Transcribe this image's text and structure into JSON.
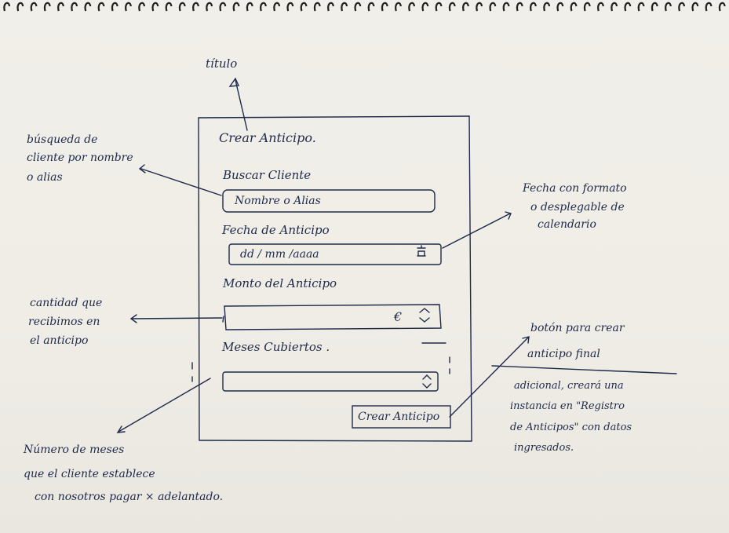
{
  "wireframe": {
    "title": "Crear Anticipo.",
    "search_label": "Buscar Cliente",
    "search_placeholder": "Nombre  o  Alias",
    "date_label": "Fecha de Anticipo",
    "date_placeholder": "dd / mm /aaaa",
    "amount_label": "Monto del Anticipo",
    "amount_currency": "€",
    "months_label": "Meses Cubiertos .",
    "create_button": "Crear Anticipo"
  },
  "annotations": {
    "title_note": "título",
    "search_note": [
      "búsqueda de",
      "cliente por nombre",
      "o alias"
    ],
    "date_note": [
      "Fecha con formato",
      "o desplegable de",
      "calendario"
    ],
    "amount_note": [
      "cantidad que",
      "recibimos en",
      "el anticipo"
    ],
    "button_note": [
      "botón para crear",
      "anticipo final",
      "adicional, creará una",
      "instancia en \"Registro",
      "de Anticipos\"  con datos",
      "ingresados."
    ],
    "months_note": [
      "Número de meses",
      "que el cliente establece",
      "con nosotros pagar × adelantado."
    ]
  }
}
